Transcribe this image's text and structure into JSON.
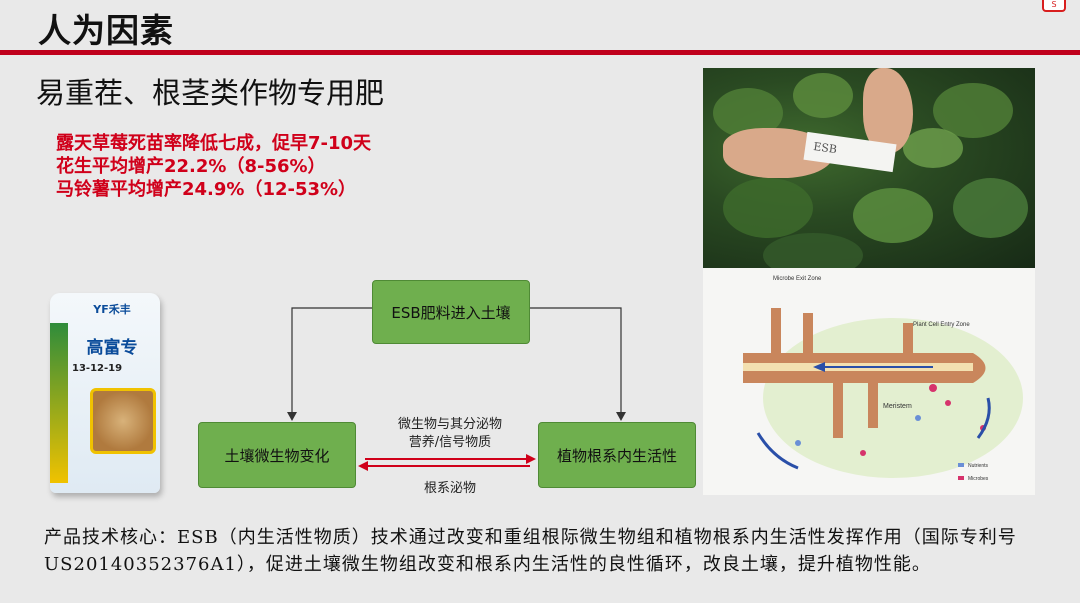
{
  "header": {
    "title": "人为因素"
  },
  "subtitle": "易重茬、根茎类作物专用肥",
  "highlights": [
    "露天草莓死苗率降低七成，促早7-10天",
    "花生平均增产22.2%（8-56%）",
    "马铃薯平均增产24.9%（12-53%）"
  ],
  "photo": {
    "tag_text": "ESB"
  },
  "product_bag": {
    "brand": "YF禾丰",
    "name": "高富专",
    "formula": "13-12-19"
  },
  "flow": {
    "top_box": "ESB肥料进入土壤",
    "left_box": "土壤微生物变化",
    "right_box": "植物根系内生活性",
    "middle_label_line1": "微生物与其分泌物",
    "middle_label_line2": "营养/信号物质",
    "bottom_label": "根系泌物"
  },
  "diagram": {
    "exit_zone_title": "Microbe Exit Zone",
    "entry_zone_title": "Plant Cell Entry Zone",
    "meristem": "Meristem",
    "legend_nutrients": "Nutrients",
    "legend_microbes": "Microbes"
  },
  "core_text": "产品技术核心：ESB（内生活性物质）技术通过改变和重组根际微生物组和植物根系内生活性发挥作用（国际专利号US20140352376A1），促进土壤微生物组改变和根系内生活性的良性循环，改良土壤，提升植物性能。",
  "colors": {
    "accent_red": "#c0001c",
    "highlight_red": "#d0001a",
    "box_green": "#6faf4e"
  }
}
